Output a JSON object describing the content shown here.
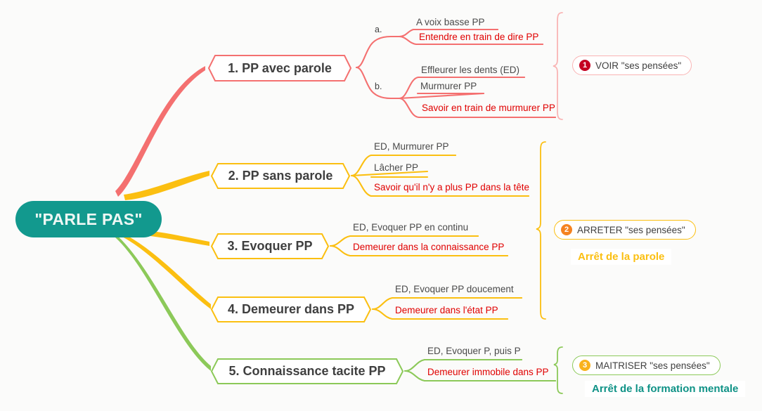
{
  "diagram": {
    "title": "\"PARLE PAS\"",
    "root": {
      "label": "\"PARLE PAS\"",
      "color": "#12998e"
    },
    "colors": {
      "red": "#f47070",
      "red_text": "#e00000",
      "amber": "#fbbf11",
      "green": "#8cc959",
      "teal": "#12998e",
      "grey_text": "#4a4a4a",
      "background": "#fbfbfa"
    },
    "branches": [
      {
        "id": 1,
        "label": "1. PP avec parole",
        "color": "#f47070",
        "groups": [
          {
            "letter": "a.",
            "leaves": [
              {
                "text": "A voix basse PP",
                "style": "grey"
              },
              {
                "text": "Entendre en train de dire PP",
                "style": "red"
              }
            ]
          },
          {
            "letter": "b.",
            "leaves": [
              {
                "text": "Effleurer les dents (ED)",
                "style": "grey"
              },
              {
                "text": "Murmurer PP",
                "style": "grey"
              },
              {
                "text": "Savoir en train de murmurer PP",
                "style": "red"
              }
            ]
          }
        ]
      },
      {
        "id": 2,
        "label": "2. PP sans parole",
        "color": "#fbbf11",
        "groups": [
          {
            "letter": "",
            "leaves": [
              {
                "text": "ED, Murmurer PP",
                "style": "grey"
              },
              {
                "text": "Lâcher PP",
                "style": "grey"
              },
              {
                "text": "Savoir qu'il n'y a plus PP dans la tête",
                "style": "red"
              }
            ]
          }
        ]
      },
      {
        "id": 3,
        "label": "3. Evoquer PP",
        "color": "#fbbf11",
        "groups": [
          {
            "letter": "",
            "leaves": [
              {
                "text": "ED, Evoquer PP en continu",
                "style": "grey"
              },
              {
                "text": "Demeurer dans la connaissance PP",
                "style": "red"
              }
            ]
          }
        ]
      },
      {
        "id": 4,
        "label": "4. Demeurer dans PP",
        "color": "#fbbf11",
        "groups": [
          {
            "letter": "",
            "leaves": [
              {
                "text": "ED, Evoquer PP doucement",
                "style": "grey"
              },
              {
                "text": "Demeurer dans l'état PP",
                "style": "red"
              }
            ]
          }
        ]
      },
      {
        "id": 5,
        "label": "5. Connaissance tacite PP",
        "color": "#8cc959",
        "groups": [
          {
            "letter": "",
            "leaves": [
              {
                "text": "ED, Evoquer P, puis P",
                "style": "grey"
              },
              {
                "text": "Demeurer immobile dans PP",
                "style": "red"
              }
            ]
          }
        ]
      }
    ],
    "callouts": [
      {
        "number": "1",
        "text": "VOIR \"ses pensées\"",
        "badge_color": "#c40021",
        "border_color": "#f9b4b4",
        "summary": null,
        "summary_color": null
      },
      {
        "number": "2",
        "text": "ARRETER \"ses pensées\"",
        "badge_color": "#f5821f",
        "border_color": "#fbbf11",
        "summary": "Arrêt de la parole",
        "summary_color": "#fbbf11"
      },
      {
        "number": "3",
        "text": "MAITRISER \"ses pensées\"",
        "badge_color": "#f9b21c",
        "border_color": "#8cc959",
        "summary": "Arrêt de la formation mentale",
        "summary_color": "#0f9286"
      }
    ]
  }
}
